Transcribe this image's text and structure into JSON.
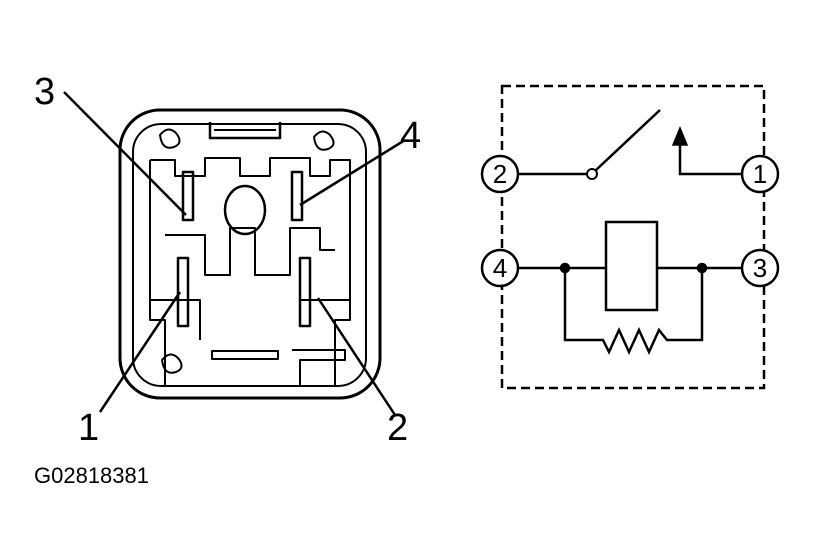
{
  "connector_view": {
    "terminal_callouts": [
      "3",
      "4",
      "1",
      "2"
    ]
  },
  "schematic": {
    "pins": [
      "2",
      "1",
      "4",
      "3"
    ]
  },
  "figure_id": "G02818381"
}
